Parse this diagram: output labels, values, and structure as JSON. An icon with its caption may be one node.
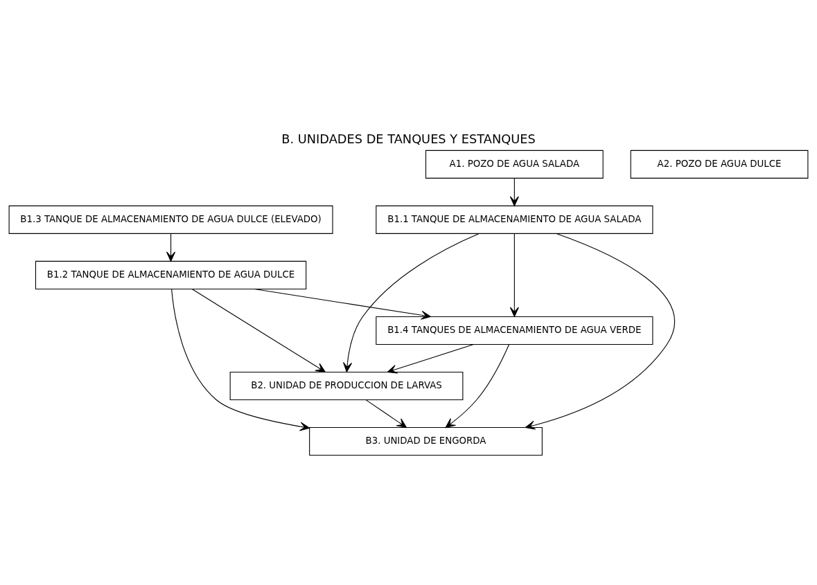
{
  "diagram": {
    "title": "B. UNIDADES DE TANQUES Y ESTANQUES",
    "nodes": [
      {
        "text": [
          "A1. POZO DE AGUA SALADA"
        ]
      },
      {
        "text": [
          "A2. POZO DE AGUA DULCE"
        ]
      },
      {
        "text": [
          "B1.1 TANQUE DE ALMACENAMIENTO DE AGUA SALADA"
        ]
      },
      {
        "text": [
          "B1.3 TANQUE DE ALMACENAMIENTO DE AGUA DULCE (ELEVADO)"
        ]
      },
      {
        "text": [
          "B1.2 TANQUE DE ALMACENAMIENTO DE AGUA DULCE"
        ]
      },
      {
        "text": [
          "B1.4 TANQUES DE ALMACENAMIENTO DE AGUA VERDE"
        ]
      },
      {
        "text": [
          "B2. UNIDAD DE PRODUCCION DE LARVAS"
        ]
      },
      {
        "text": [
          "B3. UNIDAD DE ENGORDA"
        ]
      }
    ],
    "edges": [
      {
        "from": 0,
        "to": 2,
        "arrow": "to"
      },
      {
        "from": 3,
        "to": 4,
        "arrow": "to"
      },
      {
        "from": 2,
        "to": 5,
        "arrow": "to"
      },
      {
        "from": 2,
        "to": 6,
        "arrow": "to"
      },
      {
        "from": 2,
        "to": 7,
        "arrow": "to"
      },
      {
        "from": 4,
        "to": 5,
        "arrow": "to"
      },
      {
        "from": 4,
        "to": 6,
        "arrow": "to"
      },
      {
        "from": 4,
        "to": 7,
        "arrow": "to"
      },
      {
        "from": 5,
        "to": 6,
        "arrow": "to"
      },
      {
        "from": 6,
        "to": 7,
        "arrow": "to"
      },
      {
        "from": 5,
        "to": 7,
        "arrow": "to"
      }
    ]
  }
}
